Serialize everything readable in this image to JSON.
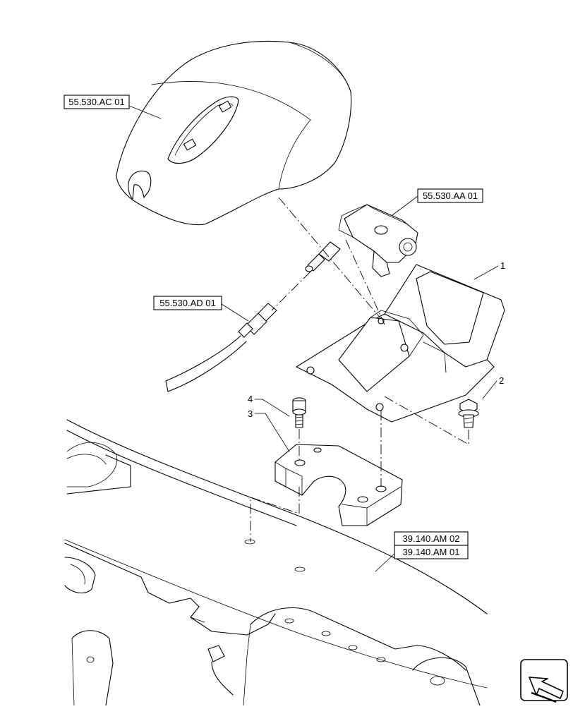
{
  "references": {
    "cover": "55.530.AC 01",
    "camera": "55.530.AA 01",
    "harness": "55.530.AD 01",
    "frame_a": "39.140.AM 02",
    "frame_b": "39.140.AM 01"
  },
  "callouts": {
    "bracket": "1",
    "bolt": "2",
    "plate": "3",
    "screw": "4"
  },
  "nav_icon": "page-arrow-icon"
}
